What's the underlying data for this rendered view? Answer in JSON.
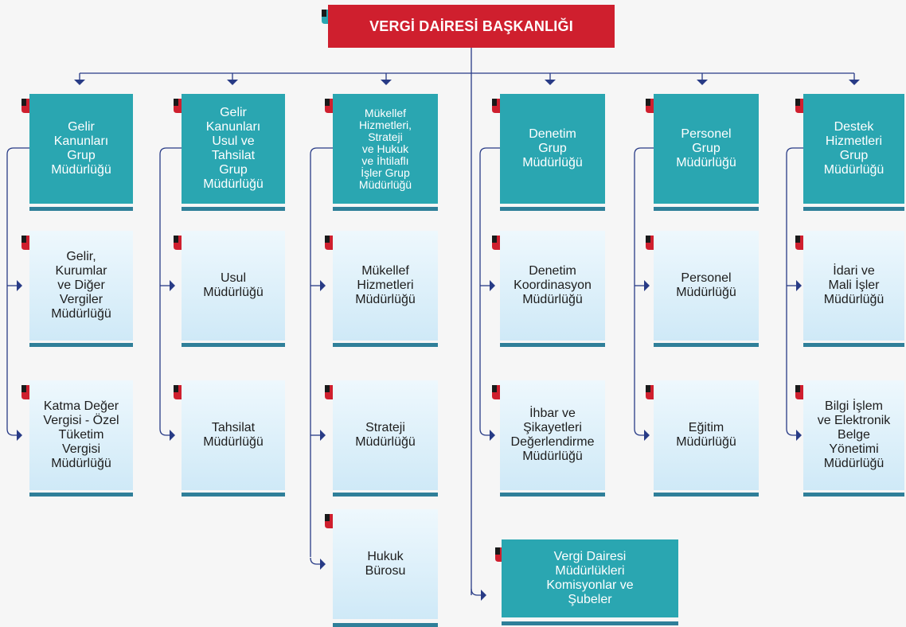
{
  "title": "VERGİ DAİRESİ BAŞKANLIĞI",
  "colors": {
    "root": "#cf1f2e",
    "group": "#2aa6b1",
    "unit": "#d6ecf8",
    "connector": "#283b86",
    "bar": "#2f7f99",
    "flag_red": "#cf1f2e",
    "flag_teal": "#2aa6b1"
  },
  "columns": [
    {
      "group": "Gelir\nKanunları\nGrup\nMüdürlüğü",
      "units": [
        "Gelir,\nKurumlar\nve Diğer\nVergiler\nMüdürlüğü",
        "Katma Değer\nVergisi - Özel\nTüketim\nVergisi\nMüdürlüğü"
      ]
    },
    {
      "group": "Gelir\nKanunları\nUsul ve\nTahsilat\nGrup\nMüdürlüğü",
      "units": [
        "Usul\nMüdürlüğü",
        "Tahsilat\nMüdürlüğü"
      ]
    },
    {
      "group": "Mükellef\nHizmetleri,\nStrateji\nve Hukuk\nve İhtilaflı\nİşler Grup\nMüdürlüğü",
      "units": [
        "Mükellef\nHizmetleri\nMüdürlüğü",
        "Strateji\nMüdürlüğü",
        "Hukuk\nBürosu"
      ]
    },
    {
      "group": "Denetim\nGrup\nMüdürlüğü",
      "units": [
        "Denetim\nKoordinasyon\nMüdürlüğü",
        "İhbar ve\nŞikayetleri\nDeğerlendirme\nMüdürlüğü"
      ]
    },
    {
      "group": "Personel\nGrup\nMüdürlüğü",
      "units": [
        "Personel\nMüdürlüğü",
        "Eğitim\nMüdürlüğü"
      ]
    },
    {
      "group": "Destek\nHizmetleri\nGrup\nMüdürlüğü",
      "units": [
        "İdari ve\nMali İşler\nMüdürlüğü",
        "Bilgi İşlem\nve Elektronik\nBelge\nYönetimi\nMüdürlüğü"
      ]
    }
  ],
  "extra_unit": "Vergi Dairesi\nMüdürlükleri\nKomisyonlar ve\nŞubeler"
}
